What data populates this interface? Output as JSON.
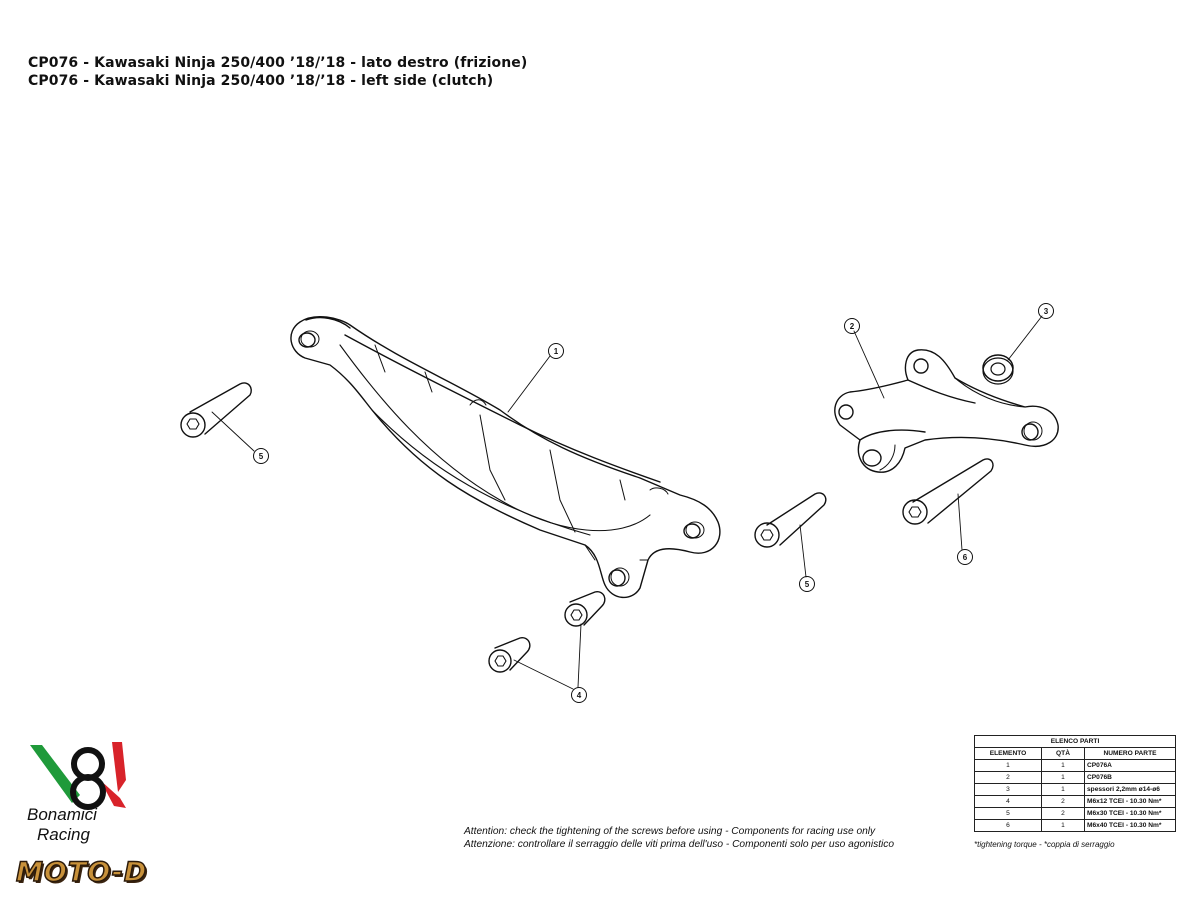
{
  "title": {
    "line1": "CP076 - Kawasaki Ninja 250/400 ’18/’18 - lato destro (frizione)",
    "line2": "CP076 - Kawasaki Ninja 250/400 ’18/’18 - left side (clutch)"
  },
  "callouts": [
    "1",
    "2",
    "3",
    "4",
    "5",
    "5",
    "6"
  ],
  "parts_table": {
    "title": "ELENCO PARTI",
    "headers": [
      "ELEMENTO",
      "QTÀ",
      "NUMERO PARTE"
    ],
    "rows": [
      [
        "1",
        "1",
        "CP076A"
      ],
      [
        "2",
        "1",
        "CP076B"
      ],
      [
        "3",
        "1",
        "spessori 2,2mm ø14-ø6"
      ],
      [
        "4",
        "2",
        "M6x12 TCEI - 10.30 Nm*"
      ],
      [
        "5",
        "2",
        "M6x30 TCEI - 10.30 Nm*"
      ],
      [
        "6",
        "1",
        "M6x40 TCEI - 10.30 Nm*"
      ]
    ]
  },
  "attention": {
    "en": "Attention: check the tightening of the screws before using - Components for racing use only",
    "it": "Attenzione: controllare il serraggio delle viti prima dell'uso - Componenti solo per uso agonistico"
  },
  "torque_note": "*tightening torque - *coppia di serraggio",
  "brand": {
    "name_line1": "Bonamici",
    "name_line2": "Racing",
    "dealer": "MOTO-D",
    "colors": {
      "green": "#1f9a3a",
      "red": "#d8232a",
      "dark": "#111111",
      "gold": "#c8913a"
    }
  }
}
